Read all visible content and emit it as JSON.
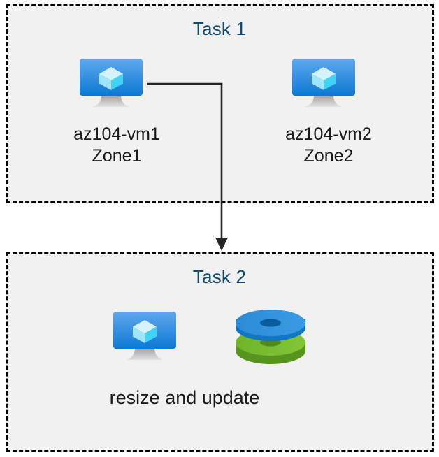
{
  "diagram": {
    "title": "Azure VM task flow diagram",
    "background_color": "#ffffff",
    "group_fill": "#f1f1f1",
    "group_border_color": "#000000",
    "title_color": "#13496f",
    "label_color": "#1a1a1a",
    "connector_color": "#262626"
  },
  "task1": {
    "title": "Task 1",
    "nodes": [
      {
        "icon": "virtual-machine-icon",
        "name": "az104-vm1",
        "zone": "Zone1"
      },
      {
        "icon": "virtual-machine-icon",
        "name": "az104-vm2",
        "zone": "Zone2"
      }
    ]
  },
  "task2": {
    "title": "Task 2",
    "icons": [
      "virtual-machine-icon",
      "managed-disks-icon"
    ],
    "caption": "resize and update"
  },
  "connector": {
    "from": "az104-vm1",
    "to": "task2",
    "style": "elbow-arrow",
    "arrowhead": "down"
  },
  "colors": {
    "vm_screen_top": "#55a2ec",
    "vm_screen_bottom": "#0f7ad4",
    "vm_stand": "#b4b4b4",
    "cube_top": "#cdf0fb",
    "cube_left": "#9fe4f7",
    "cube_right": "#37d2f5",
    "disk_blue_top": "#3093db",
    "disk_blue_side": "#1277c4",
    "disk_green_top": "#76bc2d",
    "disk_green_side": "#56931f"
  }
}
